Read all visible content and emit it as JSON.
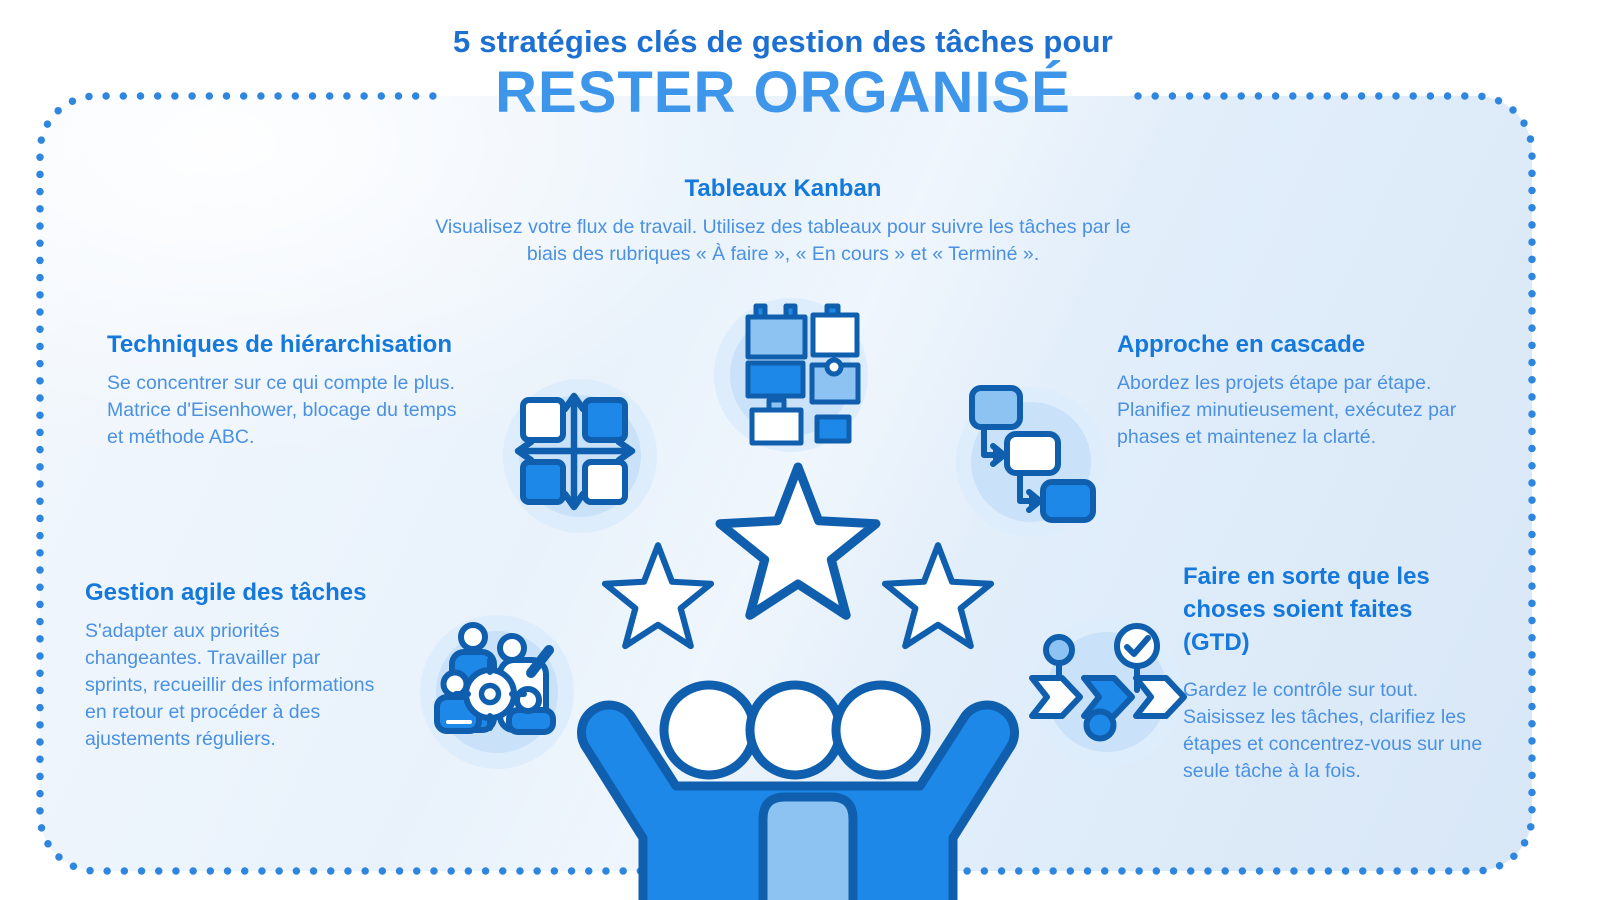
{
  "title": {
    "line1": "5 stratégies clés de gestion des tâches pour",
    "line2": "RESTER ORGANISÉ"
  },
  "sections": {
    "kanban": {
      "heading": "Tableaux Kanban",
      "body": "Visualisez votre flux de travail. Utilisez des tableaux pour suivre les tâches par le biais des rubriques « À faire », « En cours » et « Terminé »."
    },
    "prioritization": {
      "heading": "Techniques de hiérarchisation",
      "body": "Se concentrer sur ce qui compte le plus. Matrice d'Eisenhower, blocage du temps et méthode ABC."
    },
    "waterfall": {
      "heading": "Approche en cascade",
      "body": "Abordez les projets étape par étape. Planifiez minutieusement, exécutez par phases et maintenez la clarté."
    },
    "agile": {
      "heading": "Gestion agile des tâches",
      "body": "S'adapter aux priorités changeantes. Travailler par sprints, recueillir des informations en retour et procéder à des ajustements réguliers."
    },
    "gtd": {
      "heading": "Faire en sorte que les choses soient faites (GTD)",
      "body": "Gardez le contrôle sur tout. Saisissez les tâches, clarifiez les étapes et concentrez-vous sur une seule tâche à la fois."
    }
  },
  "icons": [
    "kanban-board-icon",
    "priority-matrix-icon",
    "waterfall-flow-icon",
    "agile-team-icon",
    "gtd-timeline-icon",
    "star-icon",
    "juggling-figure-illustration"
  ],
  "colors": {
    "dot_border": "#2e86de",
    "title_top": "#1d70d2",
    "title_main": "#3e96ea",
    "heading": "#1578db",
    "body": "#4a91e2",
    "outline": "#0f5fae",
    "fill_medium": "#1e88e8",
    "fill_light": "#8cc3f2",
    "halo_outer": "#ddedfc",
    "halo_inner": "#c9e2f9"
  }
}
